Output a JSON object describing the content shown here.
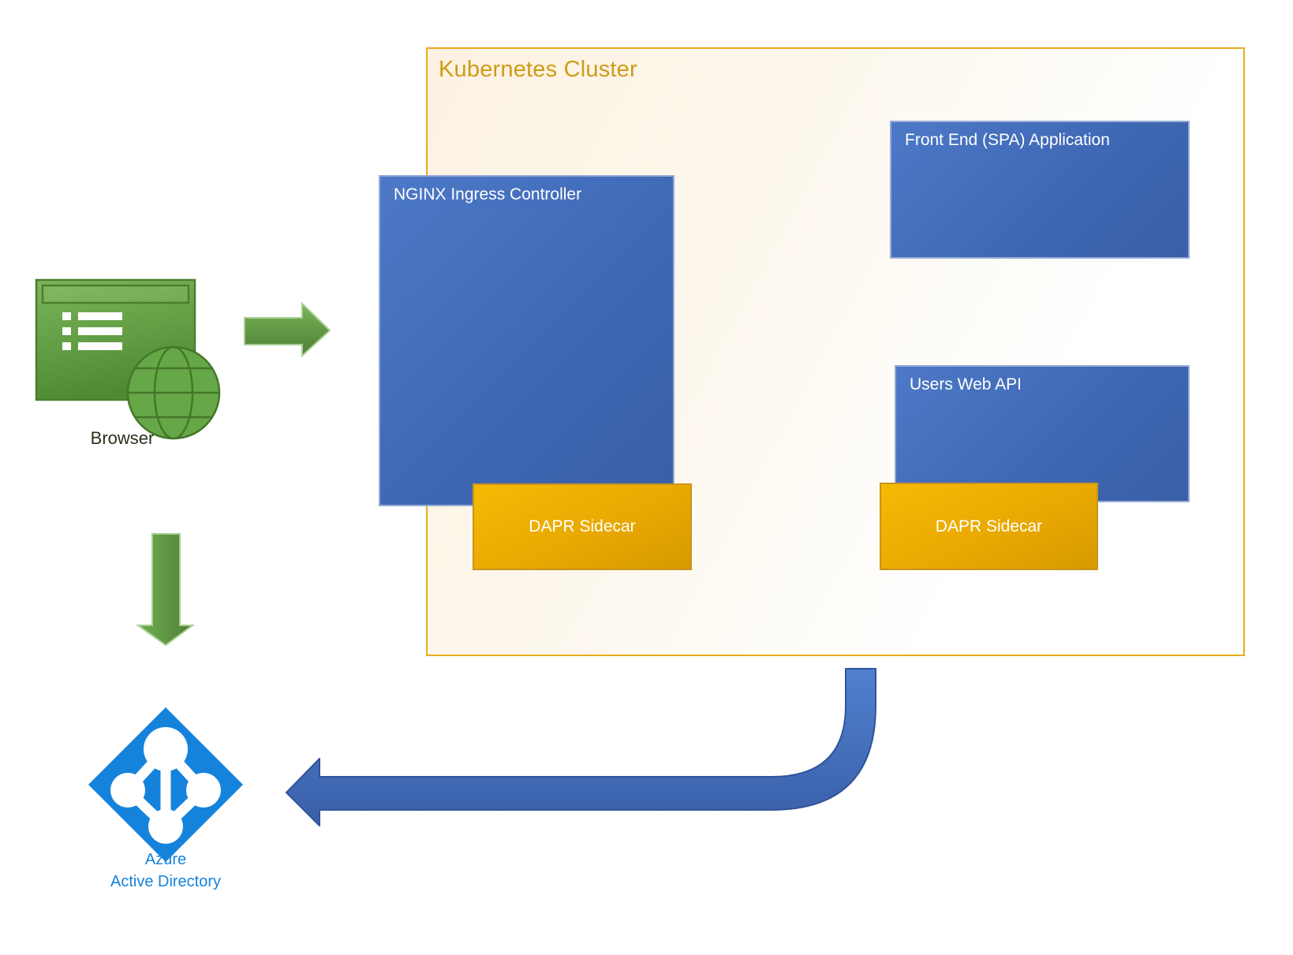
{
  "cluster": {
    "title": "Kubernetes Cluster",
    "border_color": "#E8AC1E",
    "title_color": "#CF9B16",
    "fill_color": "#FCF2E2"
  },
  "nodes": {
    "nginx": {
      "label": "NGINX Ingress Controller",
      "color": "#4472C4"
    },
    "frontend": {
      "label": "Front End (SPA) Application",
      "color": "#4472C4"
    },
    "users_api": {
      "label": "Users Web API",
      "color": "#4472C4"
    },
    "dapr_sidecar_nginx": {
      "label": "DAPR Sidecar",
      "color": "#E5A900"
    },
    "dapr_sidecar_users": {
      "label": "DAPR Sidecar",
      "color": "#E5A900"
    }
  },
  "external": {
    "browser": {
      "label": "Browser",
      "icon_color": "#5D9A3D",
      "label_color": "#27301D"
    },
    "azure_ad": {
      "label_line1": "Azure",
      "label_line2": "Active Directory",
      "icon_color": "#1583DC",
      "label_color": "#1583DC"
    }
  },
  "arrows": {
    "browser_to_nginx": {
      "direction": "right",
      "color": "#5D9A3D"
    },
    "browser_to_azure_ad": {
      "direction": "down",
      "color": "#5D9A3D"
    },
    "cluster_to_azure_ad": {
      "direction": "curved-left",
      "color": "#4472C4"
    }
  }
}
